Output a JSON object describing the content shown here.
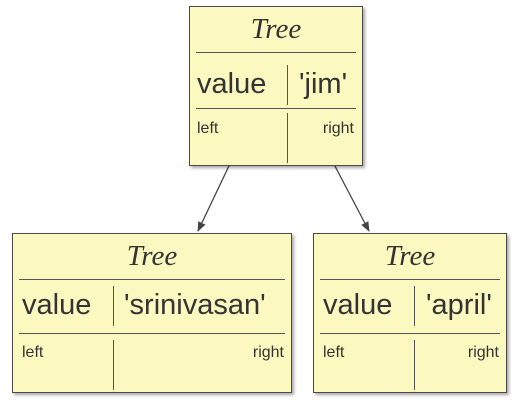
{
  "nodes": [
    {
      "id": "root",
      "title": "Tree",
      "field_label": "value",
      "value": "'jim'",
      "left_label": "left",
      "right_label": "right"
    },
    {
      "id": "left-child",
      "title": "Tree",
      "field_label": "value",
      "value": "'srinivasan'",
      "left_label": "left",
      "right_label": "right"
    },
    {
      "id": "right-child",
      "title": "Tree",
      "field_label": "value",
      "value": "'april'",
      "left_label": "left",
      "right_label": "right"
    }
  ],
  "edges": [
    {
      "from": "root",
      "from_pointer": "left",
      "to": "left-child"
    },
    {
      "from": "root",
      "from_pointer": "right",
      "to": "right-child"
    }
  ],
  "colors": {
    "node_fill": "#fbf8c0",
    "border": "#4a4a4a",
    "text": "#333333",
    "edge": "#444444"
  }
}
